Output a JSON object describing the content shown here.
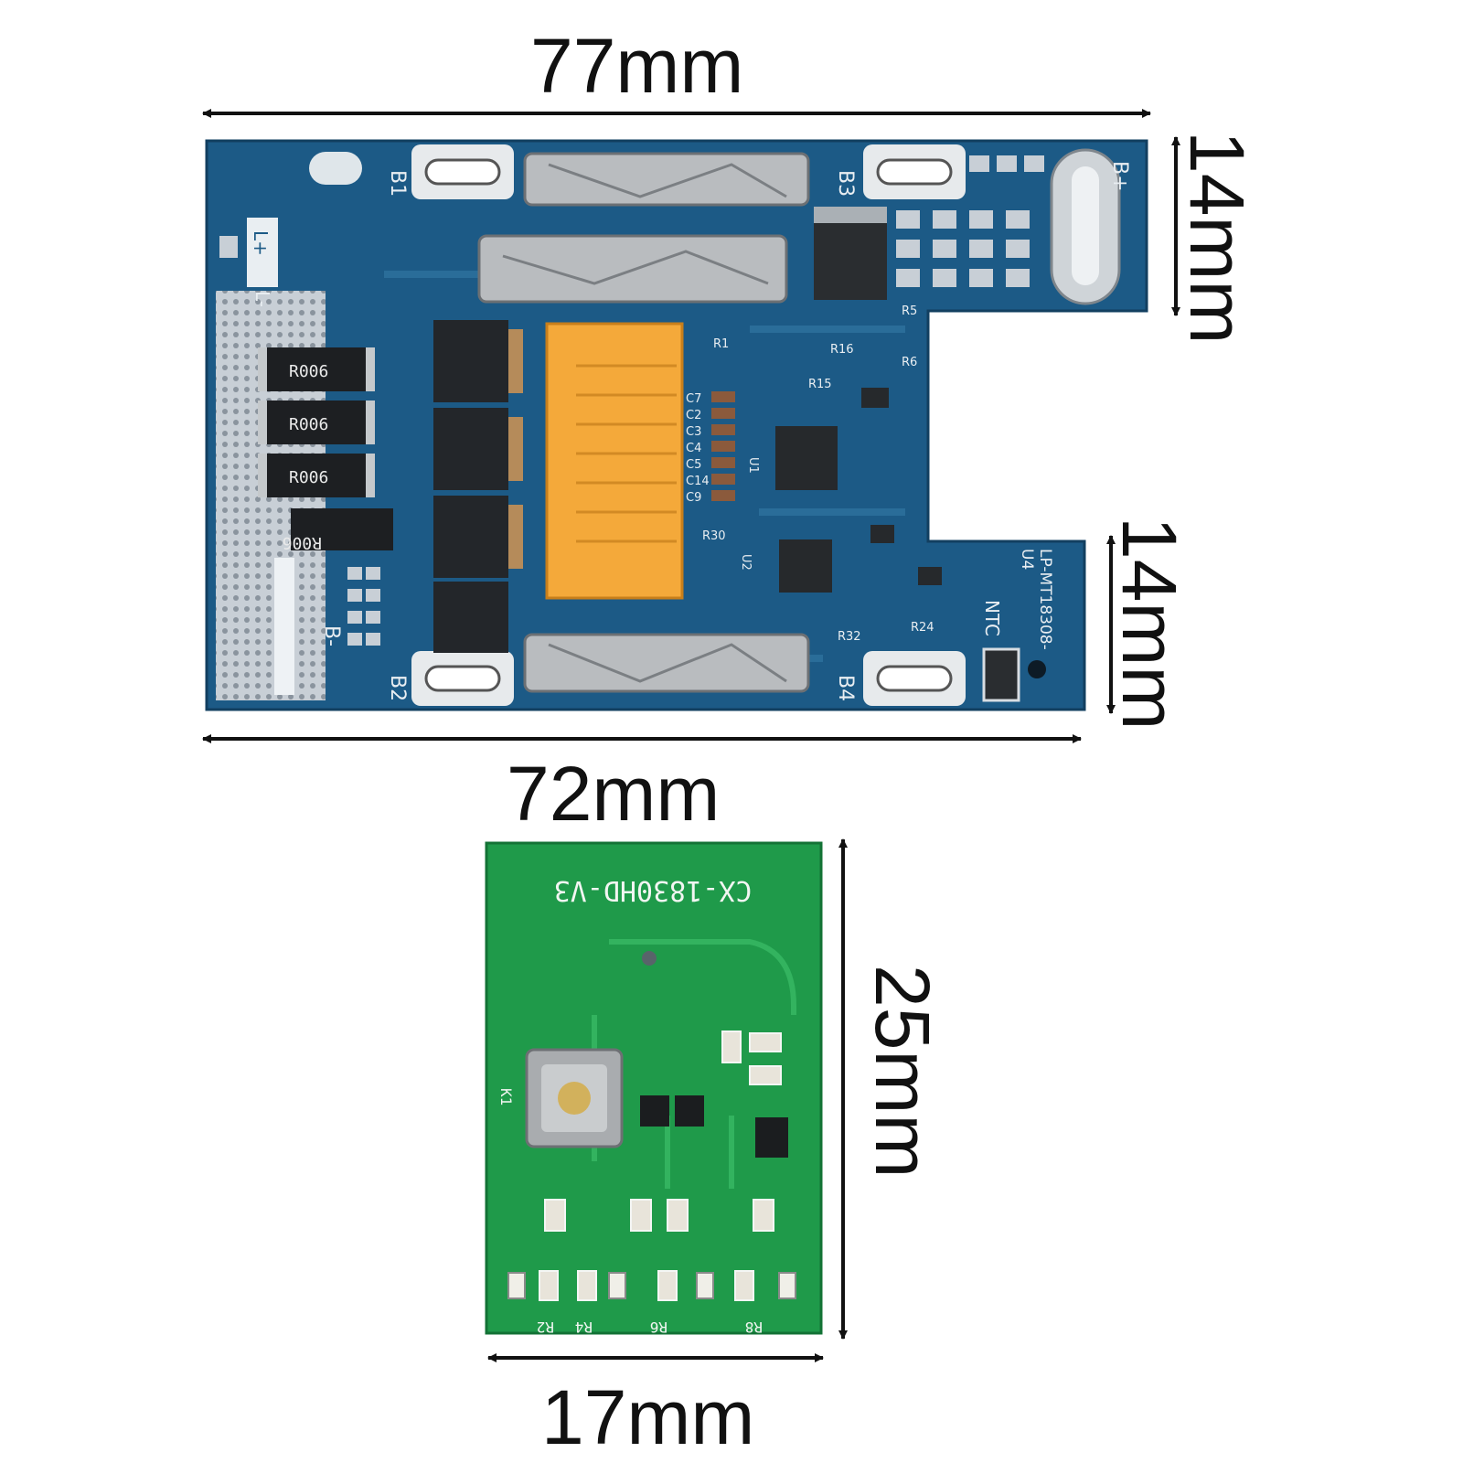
{
  "dimensions": {
    "top_width": "77mm",
    "right_height_upper": "14mm",
    "right_height_lower": "14mm",
    "bottom_width": "72mm",
    "small_height": "25mm",
    "small_width": "17mm"
  },
  "main_board": {
    "color": "#1c5a86",
    "connector_color": "#f4a93a",
    "labels": {
      "b1": "B1",
      "b2": "B2",
      "b3": "B3",
      "b4": "B4",
      "b_plus": "B+",
      "b_minus": "B-",
      "l_plus": "L+",
      "l_minus": "L-",
      "ntc": "NTC",
      "model": "LP-MT18308-",
      "version": "U4",
      "resistor": "R006",
      "caps": [
        "C7",
        "C2",
        "C3",
        "C4",
        "C5",
        "C14",
        "C9"
      ],
      "u1": "U1",
      "u2": "U2",
      "r30": "R30",
      "r1": "R1",
      "r5": "R5",
      "r6": "R6",
      "r16": "R16",
      "r15": "R15",
      "r24": "R24",
      "r32": "R32"
    }
  },
  "small_board": {
    "color": "#1f9a4a",
    "labels": {
      "model": "CX-1830HD-V3",
      "k1": "K1",
      "r_bottom": [
        "R2",
        "R4",
        "R6",
        "R8"
      ]
    }
  }
}
